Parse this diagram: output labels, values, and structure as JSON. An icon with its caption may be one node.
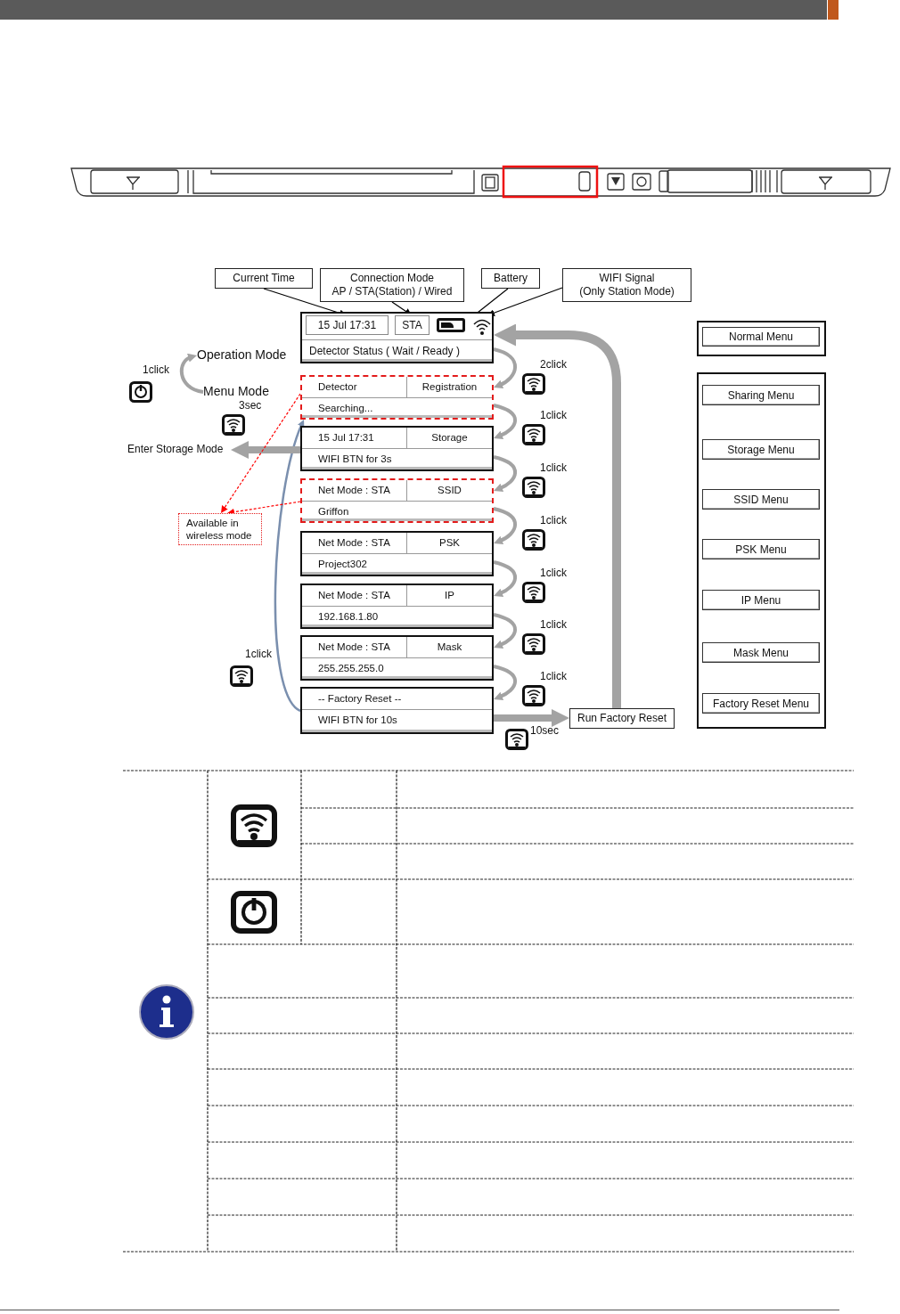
{
  "diagram": {
    "nodes": [
      {
        "text": [
          "Current Time"
        ]
      },
      {
        "text": [
          "Connection Mode",
          "AP / STA(Station) / Wired"
        ]
      },
      {
        "text": [
          "Battery"
        ]
      },
      {
        "text": [
          "WIFI Signal",
          "(Only Station Mode)"
        ]
      },
      {
        "text": [
          "Detector Status ( Wait / Ready )"
        ]
      },
      {
        "text": [
          "15 Jul 17:31"
        ],
        "in": 4
      },
      {
        "text": [
          "STA"
        ],
        "in": 4
      },
      {
        "text": [],
        "shape": "battery",
        "in": 4
      },
      {
        "text": [],
        "shape": "signal",
        "in": 4
      },
      {
        "text": [
          "Operation Mode"
        ]
      },
      {
        "text": [
          "Menu Mode"
        ]
      },
      {
        "text": [
          "Enter Storage Mode"
        ]
      },
      {
        "text": [
          "Available in wireless mode"
        ]
      },
      {
        "text": [
          "Detector",
          "Registration",
          "Searching..."
        ]
      },
      {
        "text": [
          "15 Jul 17:31",
          "Storage",
          "WIFI BTN for 3s"
        ]
      },
      {
        "text": [
          "Net Mode : STA",
          "SSID",
          "Griffon"
        ]
      },
      {
        "text": [
          "Net Mode : STA",
          "PSK",
          "Project302"
        ]
      },
      {
        "text": [
          "Net Mode : STA",
          "IP",
          "192.168.1.80"
        ]
      },
      {
        "text": [
          "Net Mode : STA",
          "Mask",
          "255.255.255.0"
        ]
      },
      {
        "text": [
          "-- Factory Reset --",
          "WIFI BTN for 10s"
        ]
      },
      {
        "text": [
          "Run Factory Reset"
        ]
      },
      {
        "text": [],
        "shape": "box"
      },
      {
        "text": [
          "Normal Menu"
        ],
        "in": 21
      },
      {
        "text": [],
        "shape": "box"
      },
      {
        "text": [
          "Sharing Menu"
        ],
        "in": 23
      },
      {
        "text": [
          "Storage Menu"
        ],
        "in": 23
      },
      {
        "text": [
          "SSID Menu"
        ],
        "in": 23
      },
      {
        "text": [
          "PSK Menu"
        ],
        "in": 23
      },
      {
        "text": [
          "IP Menu"
        ],
        "in": 23
      },
      {
        "text": [
          "Mask Menu"
        ],
        "in": 23
      },
      {
        "text": [
          "Factory Reset Menu"
        ],
        "in": 23
      }
    ],
    "edges": [
      {
        "from": 0,
        "to": 5,
        "arrow": "to",
        "color": "#000000"
      },
      {
        "from": 1,
        "to": 6,
        "arrow": "to",
        "color": "#000000"
      },
      {
        "from": 2,
        "to": 7,
        "arrow": "to",
        "color": "#000000"
      },
      {
        "from": 3,
        "to": 8,
        "arrow": "to",
        "color": "#000000"
      },
      {
        "from": 10,
        "to": 9,
        "arrow": "to",
        "label": "1click"
      },
      {
        "from": 4,
        "to": 13,
        "arrow": "to",
        "label": "2click"
      },
      {
        "from": 13,
        "to": 14,
        "arrow": "to",
        "label": "1click"
      },
      {
        "from": 14,
        "to": 15,
        "arrow": "to",
        "label": "1click"
      },
      {
        "from": 15,
        "to": 16,
        "arrow": "to",
        "label": "1click"
      },
      {
        "from": 16,
        "to": 17,
        "arrow": "to",
        "label": "1click"
      },
      {
        "from": 17,
        "to": 18,
        "arrow": "to",
        "label": "1click"
      },
      {
        "from": 18,
        "to": 19,
        "arrow": "to",
        "label": "1click"
      },
      {
        "from": 19,
        "to": 13,
        "arrow": "to",
        "label": "1click",
        "color": "#7a8fae"
      },
      {
        "from": 14,
        "to": 11,
        "arrow": "to",
        "label": "3sec",
        "style": "thick"
      },
      {
        "from": 19,
        "to": 20,
        "arrow": "to",
        "label": "10sec",
        "style": "thick"
      },
      {
        "from": 20,
        "to": 4,
        "arrow": "to",
        "style": "thick"
      },
      {
        "from": 13,
        "to": 12,
        "arrow": "to",
        "style": "dashed",
        "color": "#ff0000"
      },
      {
        "from": 15,
        "to": 12,
        "arrow": "to",
        "style": "dashed",
        "color": "#ff0000"
      }
    ]
  }
}
